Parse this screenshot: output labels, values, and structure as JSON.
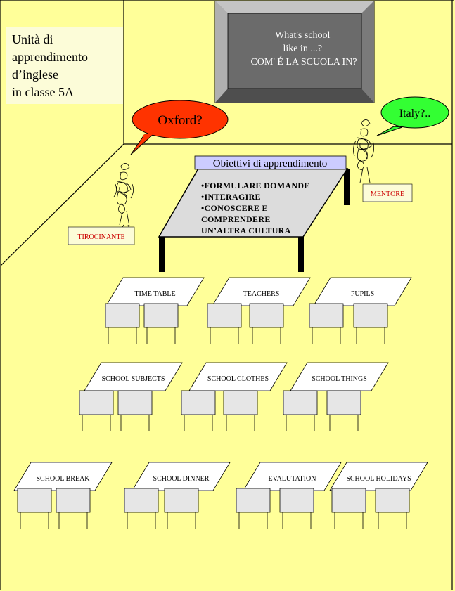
{
  "slide_title": [
    "Unità di",
    "apprendimento",
    "d’inglese",
    "in classe 5A"
  ],
  "blackboard": [
    "What's school",
    "like in ...?",
    "COM' É LA SCUOLA IN?"
  ],
  "bubbles": {
    "left": "Oxford?",
    "right": "Italy?.."
  },
  "roles": {
    "trainee": "TIROCINANTE",
    "mentor": "MENTORE"
  },
  "objectives": {
    "title": "Obiettivi di apprendimento",
    "items": [
      "•FORMULARE DOMANDE",
      "•INTERAGIRE",
      "•CONOSCERE E",
      "COMPRENDERE",
      "UN’ALTRA CULTURA"
    ]
  },
  "desk_groups": [
    "TIME TABLE",
    "TEACHERS",
    "PUPILS",
    "SCHOOL SUBJECTS",
    "SCHOOL CLOTHES",
    "SCHOOL THINGS",
    "SCHOOL BREAK",
    "SCHOOL DINNER",
    "EVALUTATION",
    "SCHOOL HOLIDAYS"
  ],
  "colors": {
    "wall": "#ffff99",
    "blackboard_frame": "#9a9a9a",
    "blackboard_face": "#6b6b6b",
    "bubble_left": "#ff3300",
    "bubble_right": "#33ff33",
    "objectives_title_bg": "#ccccff",
    "role_text": "#cc0000"
  }
}
